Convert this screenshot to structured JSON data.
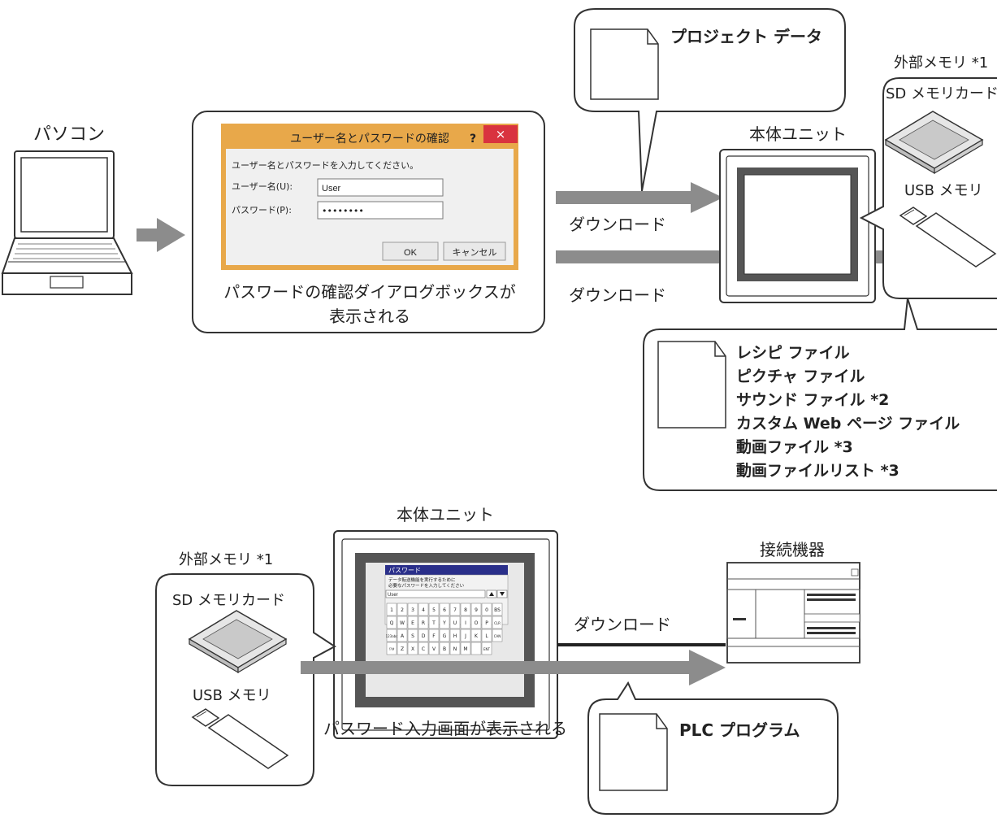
{
  "top": {
    "pc_label": "パソコン",
    "dialog": {
      "title": "ユーザー名とパスワードの確認",
      "help": "?",
      "close": "×",
      "prompt": "ユーザー名とパスワードを入力してください。",
      "user_label": "ユーザー名(U):",
      "user_value": "User",
      "password_label": "パスワード(P):",
      "password_value": "••••••••",
      "ok": "OK",
      "cancel": "キャンセル"
    },
    "dialog_caption_1": "パスワードの確認ダイアログボックスが",
    "dialog_caption_2": "表示される",
    "project_data": "プロジェクト データ",
    "download_1": "ダウンロード",
    "download_2": "ダウンロード",
    "unit_label": "本体ユニット",
    "ext_memory_label": "外部メモリ *1",
    "sd_label": "SD メモリカード",
    "usb_label": "USB メモリ",
    "files": [
      "レシピ ファイル",
      "ピクチャ ファイル",
      "サウンド ファイル *2",
      "カスタム Web ページ ファイル",
      "動画ファイル *3",
      "動画ファイルリスト *3"
    ]
  },
  "bottom": {
    "unit_label": "本体ユニット",
    "ext_memory_label": "外部メモリ *1",
    "sd_label": "SD メモリカード",
    "usb_label": "USB メモリ",
    "device_label": "接続機器",
    "download": "ダウンロード",
    "screen_caption": "パスワード入力画面が表示される",
    "plc_program": "PLC プログラム",
    "screen": {
      "title": "パスワード",
      "line1": "データ転送機能を実行するために",
      "line2": "必要なパスワードを入力してください",
      "input": "User",
      "keys_row1": [
        "1",
        "2",
        "3",
        "4",
        "5",
        "6",
        "7",
        "8",
        "9",
        "0",
        "BS"
      ],
      "keys_row2": [
        "Q",
        "W",
        "E",
        "R",
        "T",
        "Y",
        "U",
        "I",
        "O",
        "P",
        "CLR"
      ],
      "keys_row3": [
        "123abc",
        "A",
        "S",
        "D",
        "F",
        "G",
        "H",
        "J",
        "K",
        "L",
        "CAN"
      ],
      "keys_row4": [
        "!?#",
        "Z",
        "X",
        "C",
        "V",
        "B",
        "N",
        "M",
        "",
        "ENT"
      ]
    }
  },
  "colors": {
    "arrow": "#8c8c8c",
    "dialog_title_bar": "#e8a84a",
    "dialog_body": "#f0f0f0",
    "close_button": "#d9333f",
    "screen_title_bar": "#2a2f8a"
  }
}
